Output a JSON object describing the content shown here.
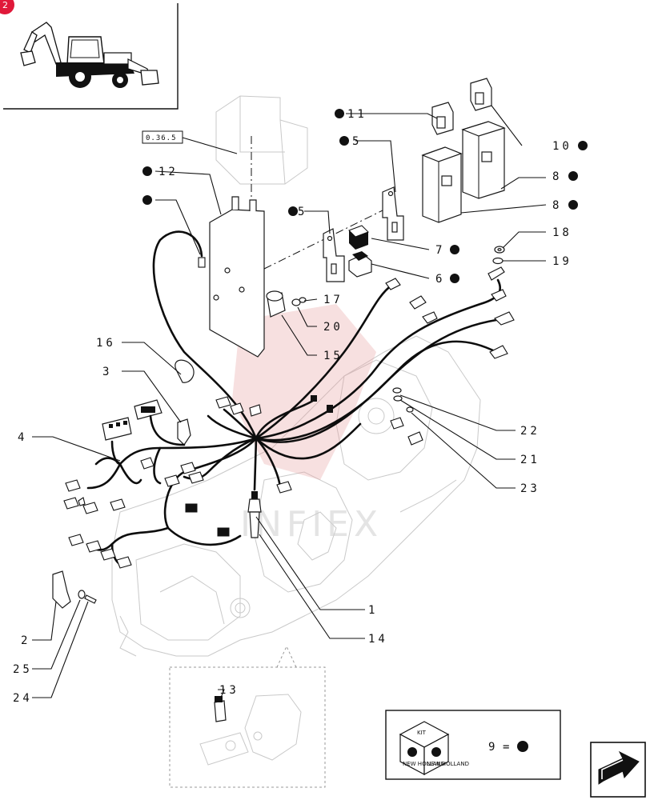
{
  "badge": "2",
  "reference_box": "0.36.5",
  "watermark": "INFIEX",
  "callouts": {
    "c1": "1",
    "c2": "2",
    "c3": "3",
    "c4": "4",
    "c5a": "5",
    "c5b": "5",
    "c6": "6",
    "c7": "7",
    "c8a": "8",
    "c8b": "8",
    "c10": "10",
    "c11": "11",
    "c12": "12",
    "c13": "13",
    "c14": "14",
    "c15": "15",
    "c16": "16",
    "c17": "17",
    "c18": "18",
    "c19": "19",
    "c20": "20",
    "c21": "21",
    "c22": "22",
    "c23": "23",
    "c24": "24",
    "c25": "25"
  },
  "legend": {
    "kit_label": "KIT",
    "brand_text": "NEW HOLLAND",
    "item_number": "9",
    "equals": "="
  },
  "colors": {
    "badge": "#e0193a",
    "watermark": "#e8a0a0",
    "ink": "#111111",
    "ghost_engine": "#c9c9c9"
  },
  "icons": {
    "machine_thumbnail": "backhoe-loader-icon",
    "next_page": "next-page-arrow-icon",
    "kit_marker": "filled-dot-icon"
  }
}
